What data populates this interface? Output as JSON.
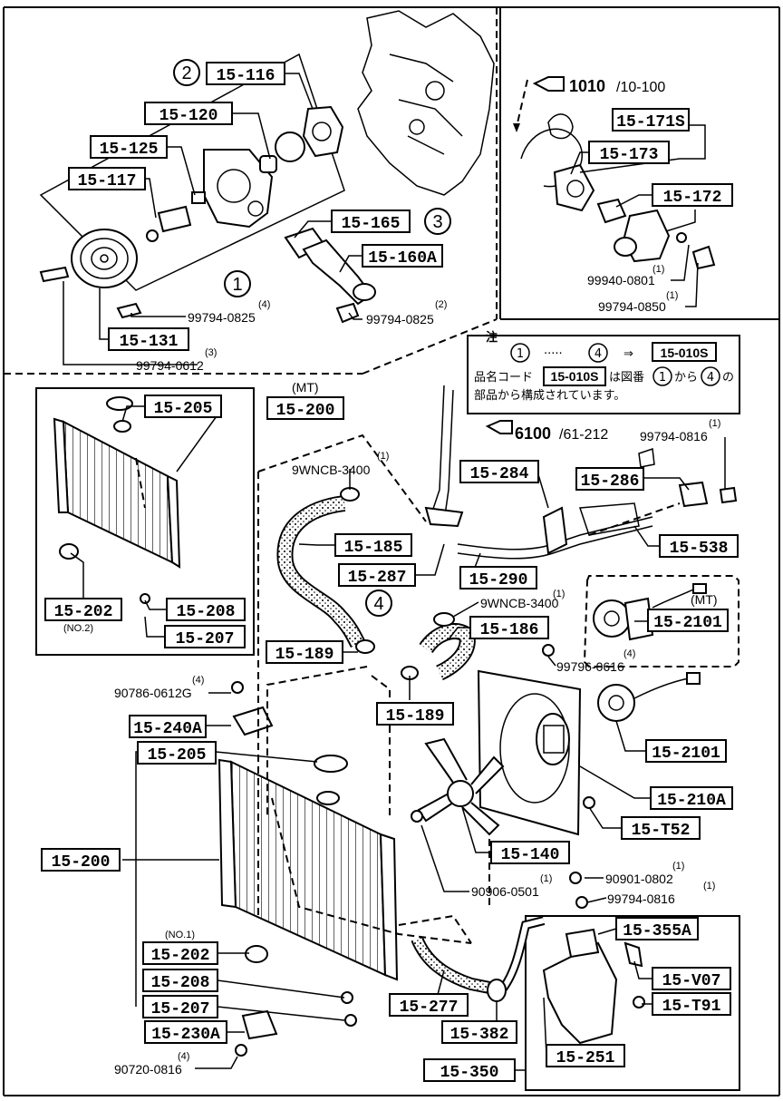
{
  "labels": {
    "l15_116": "15-116",
    "l15_120": "15-120",
    "l15_125": "15-125",
    "l15_117": "15-117",
    "l15_165": "15-165",
    "l15_160A": "15-160A",
    "l15_131": "15-131",
    "l15_171S": "15-171S",
    "l15_173": "15-173",
    "l15_172": "15-172",
    "l15_205a": "15-205",
    "l15_200a": "15-200",
    "l15_202a": "15-202",
    "l15_208a": "15-208",
    "l15_207a": "15-207",
    "l15_284": "15-284",
    "l15_286": "15-286",
    "l15_538": "15-538",
    "l15_185": "15-185",
    "l15_287": "15-287",
    "l15_290": "15-290",
    "l15_186": "15-186",
    "l15_2101a": "15-2101",
    "l15_189a": "15-189",
    "l15_189b": "15-189",
    "l15_240A": "15-240A",
    "l15_205b": "15-205",
    "l15_200b": "15-200",
    "l15_2101b": "15-2101",
    "l15_210A": "15-210A",
    "l15_T52": "15-T52",
    "l15_140": "15-140",
    "l15_355A": "15-355A",
    "l15_V07": "15-V07",
    "l15_T91": "15-T91",
    "l15_202b": "15-202",
    "l15_208b": "15-208",
    "l15_207b": "15-207",
    "l15_230A": "15-230A",
    "l15_277": "15-277",
    "l15_382": "15-382",
    "l15_251": "15-251",
    "l15_350": "15-350",
    "l15_010S": "15-010S",
    "l15_010S_note": "15-010S"
  },
  "parts": {
    "p99794_0825a": "99794-0825",
    "p99794_0825b": "99794-0825",
    "p99794_0612": "99794-0612",
    "p99940_0801": "99940-0801",
    "p99794_0850": "99794-0850",
    "p9wncb_a": "9WNCB-3400",
    "p9wncb_b": "9WNCB-3400",
    "p99794_0816a": "99794-0816",
    "p99796_0616": "99796-0616",
    "p90786_0612G": "90786-0612G",
    "p90906_0501": "90906-0501",
    "p90901_0802": "90901-0802",
    "p99794_0816b": "99794-0816",
    "p90720_0816": "90720-0816"
  },
  "qty": {
    "q0825a": "(4)",
    "q0825b": "(2)",
    "q0612": "(3)",
    "q0801": "(1)",
    "q0850": "(1)",
    "q9wncb_a": "(1)",
    "q0816a": "(1)",
    "q9wncb_b": "(1)",
    "q0616": "(4)",
    "q0612G": "(4)",
    "q0501": "(1)",
    "q0802": "(1)",
    "q0816b": "(1)",
    "q0816c": "(4)"
  },
  "variants": {
    "mt_top": "(MT)",
    "mt_motor": "(MT)",
    "no2": "(NO.2)",
    "no1": "(NO.1)"
  },
  "circles": {
    "c1": "1",
    "c2": "2",
    "c3": "3",
    "c4": "4",
    "n1": "1",
    "n4": "4",
    "nn1": "1",
    "nn4": "4"
  },
  "refs": {
    "ref1010_main": "1010",
    "ref1010_sub": "/10-100",
    "ref6100_main": "6100",
    "ref6100_sub": "/61-212"
  },
  "note": {
    "title": "注",
    "dots": "·····",
    "arrow": "⇒",
    "line2_a": "品名コード",
    "line2_b": "は図番",
    "line2_c": "から",
    "line2_d": "の",
    "line3": "部品から構成されています。"
  },
  "colors": {
    "ink": "#000000",
    "paper": "#ffffff"
  }
}
